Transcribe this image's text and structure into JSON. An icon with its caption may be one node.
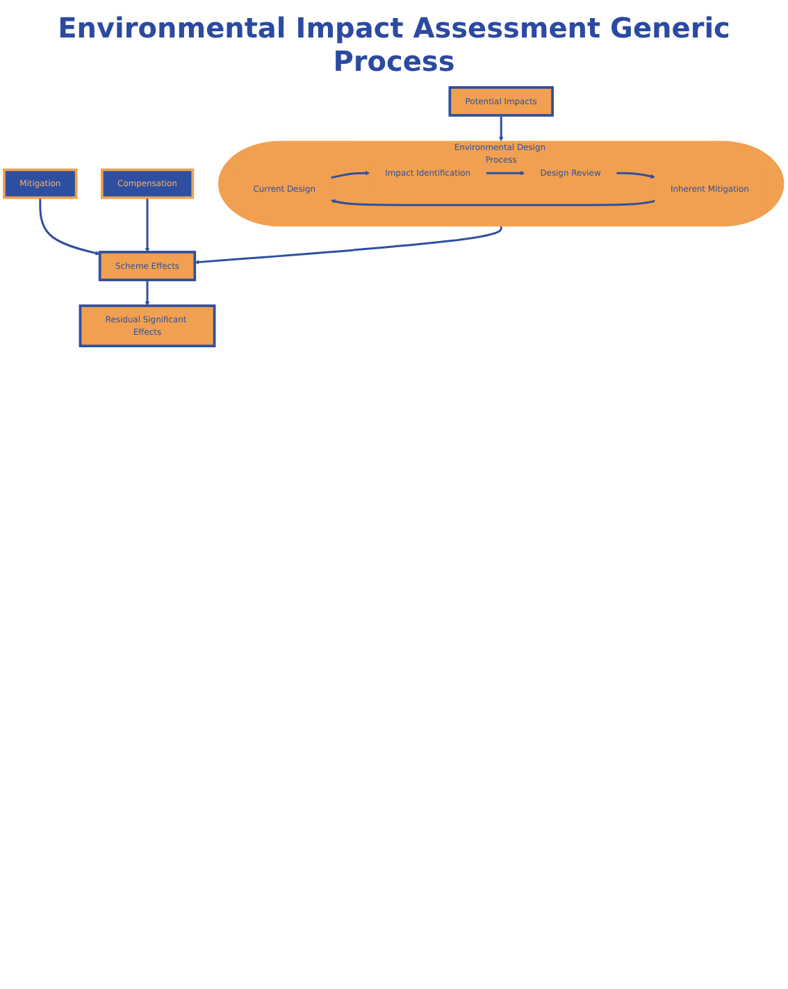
{
  "diagram": {
    "title": "Environmental Impact Assessment Generic Process",
    "nodes": [
      {
        "text": [
          "Potential Impacts"
        ]
      },
      {
        "text": [
          "Environmental Design Process"
        ]
      },
      {
        "text": [
          "Current Design"
        ],
        "in": 1
      },
      {
        "text": [
          "Impact Identification"
        ],
        "in": 1
      },
      {
        "text": [
          "Design Review"
        ],
        "in": 1
      },
      {
        "text": [
          "Inherent Mitigation"
        ],
        "in": 1
      },
      {
        "text": [
          "Scheme Effects"
        ]
      },
      {
        "text": [
          "Mitigation"
        ]
      },
      {
        "text": [
          "Compensation"
        ]
      },
      {
        "text": [
          "Residual Significant Effects"
        ]
      }
    ],
    "edges": [
      {
        "from": 0,
        "to": 1,
        "arrow": "to"
      },
      {
        "from": 2,
        "to": 3,
        "arrow": "to"
      },
      {
        "from": 3,
        "to": 4,
        "arrow": "to"
      },
      {
        "from": 4,
        "to": 5,
        "arrow": "to"
      },
      {
        "from": 5,
        "to": 2,
        "arrow": "to"
      },
      {
        "from": 1,
        "to": 6,
        "arrow": "to"
      },
      {
        "from": 7,
        "to": 6,
        "arrow": "to"
      },
      {
        "from": 8,
        "to": 6,
        "arrow": "to"
      },
      {
        "from": 6,
        "to": 9,
        "arrow": "to"
      }
    ]
  }
}
